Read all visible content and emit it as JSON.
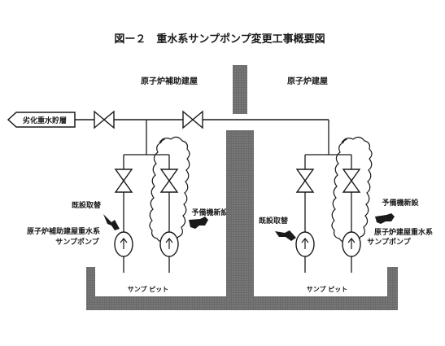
{
  "title": "図ー２　重水系サンプポンプ変更工事概要図",
  "labels": {
    "aux_building": "原子炉補助建屋",
    "reactor_building": "原子炉建屋",
    "tank": "劣化重水貯層",
    "existing_removal_left": "既設取替",
    "existing_removal_right": "既設取替",
    "spare_new_left": "予備機新設",
    "spare_new_right": "予備機新設",
    "pump_left_line1": "原子炉補助建屋重水系",
    "pump_left_line2": "サンプポンプ",
    "pump_right_line1": "原子炉建屋重水系",
    "pump_right_line2": "サンプポンプ",
    "sump_pit_left": "サンプ ピット",
    "sump_pit_right": "サンプ ピット"
  },
  "colors": {
    "ink": "#1a1a1a",
    "wall": "#555555",
    "paper": "#ffffff"
  },
  "icons": [
    "gate-valve-icon",
    "pump-icon",
    "pointing-hand-icon",
    "cloud-outline-icon"
  ]
}
